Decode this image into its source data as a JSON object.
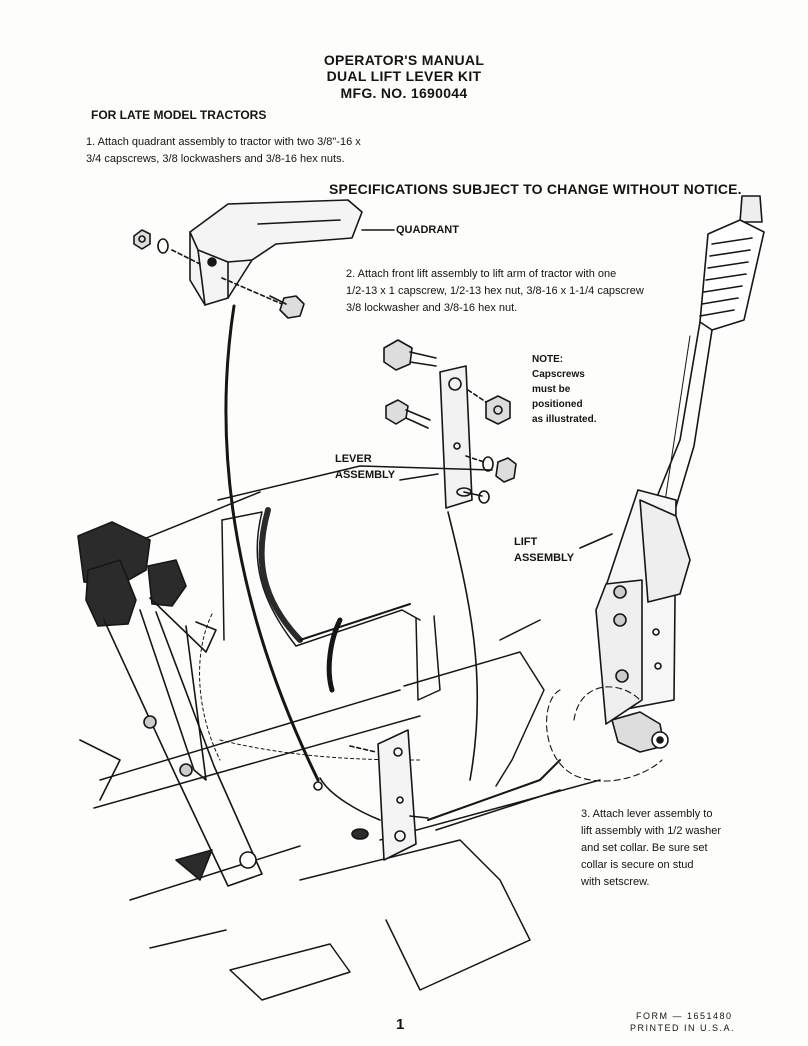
{
  "header": {
    "title_line1": "OPERATOR'S MANUAL",
    "title_line2": "DUAL LIFT LEVER KIT",
    "title_line3": "MFG. NO. 1690044"
  },
  "section_heading": "FOR LATE MODEL TRACTORS",
  "steps": {
    "step1_line1": "1. Attach quadrant assembly to tractor with two 3/8\"-16 x",
    "step1_line2": "3/4 capscrews, 3/8 lockwashers and 3/8-16 hex nuts.",
    "step2_line1": "2. Attach front lift assembly to lift arm of tractor with one",
    "step2_line2": "1/2-13 x 1 capscrew, 1/2-13 hex nut, 3/8-16 x 1-1/4 capscrew",
    "step2_line3": "3/8 lockwasher and 3/8-16 hex nut.",
    "step3_line1": "3. Attach lever assembly to",
    "step3_line2": "lift assembly with 1/2 washer",
    "step3_line3": "and set collar. Be sure set",
    "step3_line4": "collar is secure on stud",
    "step3_line5": "with setscrew."
  },
  "notice": "SPECIFICATIONS SUBJECT TO CHANGE WITHOUT NOTICE.",
  "callouts": {
    "quadrant": "QUADRANT",
    "lever_line1": "LEVER",
    "lever_line2": "ASSEMBLY",
    "lift_line1": "LIFT",
    "lift_line2": "ASSEMBLY"
  },
  "note": {
    "line1": "NOTE:",
    "line2": "Capscrews",
    "line3": "must be",
    "line4": "positioned",
    "line5": "as illustrated."
  },
  "footer": {
    "page_number": "1",
    "form_number": "FORM — 1651480",
    "printed": "PRINTED IN U.S.A."
  }
}
